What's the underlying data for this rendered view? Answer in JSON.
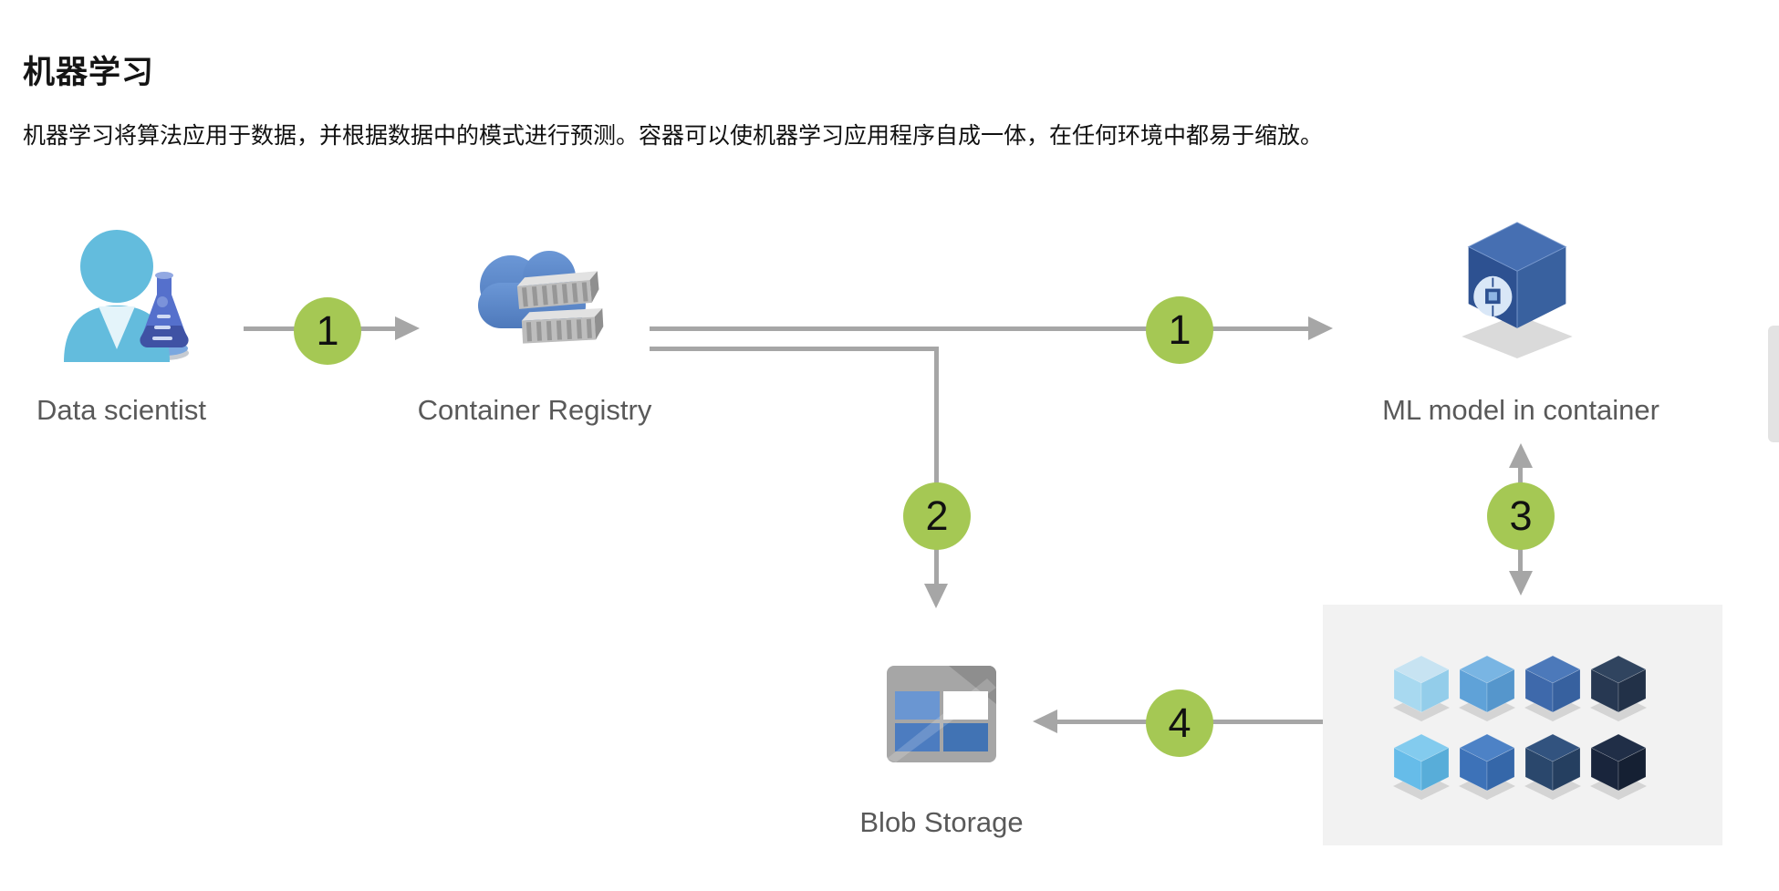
{
  "page": {
    "title": "机器学习",
    "subtitle": "机器学习将算法应用于数据，并根据数据中的模式进行预测。容器可以使机器学习应用程序自成一体，在任何环境中都易于缩放。"
  },
  "nodes": {
    "data_scientist": {
      "label": "Data scientist",
      "icon": "data-scientist-icon"
    },
    "container_registry": {
      "label": "Container Registry",
      "icon": "container-registry-icon"
    },
    "ml_model": {
      "label": "ML model in container",
      "icon": "ml-model-cube-icon"
    },
    "blob_storage": {
      "label": "Blob Storage",
      "icon": "blob-storage-icon"
    },
    "container_cluster": {
      "icon": "container-cluster-cubes",
      "rows": 2,
      "columns": 4
    }
  },
  "steps": [
    {
      "number": "1",
      "from": "data_scientist",
      "to": "container_registry"
    },
    {
      "number": "1",
      "from": "container_registry",
      "to": "ml_model"
    },
    {
      "number": "2",
      "from": "container_registry",
      "to": "blob_storage"
    },
    {
      "number": "3",
      "between": [
        "ml_model",
        "container_cluster"
      ]
    },
    {
      "number": "4",
      "from": "container_cluster",
      "to": "blob_storage"
    }
  ],
  "colors": {
    "badge_green": "#a5c854",
    "arrow_gray": "#a6a6a6",
    "label_gray": "#595959",
    "cluster_panel_bg": "#f2f2f2"
  },
  "cluster": {
    "cubes": [
      {
        "top": "#c7e3f2",
        "left": "#a8d9f0",
        "right": "#93cdea"
      },
      {
        "top": "#79b5e3",
        "left": "#5fa2d8",
        "right": "#5596cc"
      },
      {
        "top": "#4c79ba",
        "left": "#3e69ab",
        "right": "#37619f"
      },
      {
        "top": "#30445f",
        "left": "#273852",
        "right": "#223148"
      },
      {
        "top": "#83cbee",
        "left": "#66bce9",
        "right": "#58add9"
      },
      {
        "top": "#4d82c6",
        "left": "#3d72b8",
        "right": "#3567a9"
      },
      {
        "top": "#32537f",
        "left": "#2a476c",
        "right": "#253f60"
      },
      {
        "top": "#202e47",
        "left": "#19253c",
        "right": "#152033"
      }
    ]
  }
}
